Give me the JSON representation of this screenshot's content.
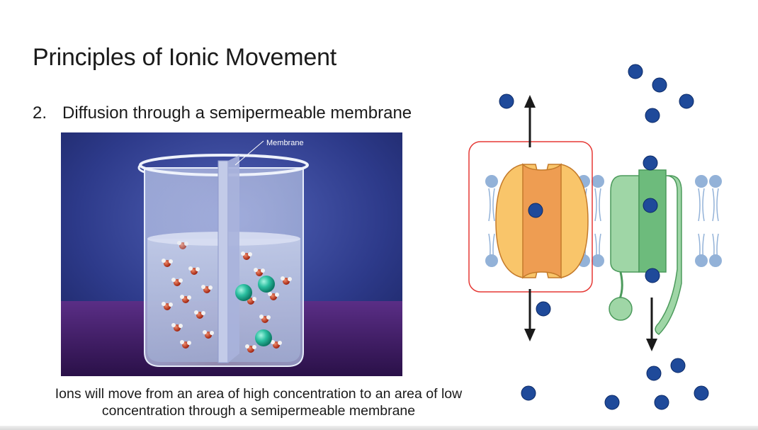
{
  "slide": {
    "title": "Principles of Ionic Movement",
    "bullet_number": "2.",
    "bullet_text": "Diffusion through a semipermeable membrane",
    "caption_line1": "Ions will move from an area of high concentration to an area of low",
    "caption_line2": "concentration through a semipermeable membrane"
  },
  "beaker_figure": {
    "membrane_label": "Membrane"
  },
  "colors": {
    "ion": "#1f4a9a",
    "open_channel": "#f6b15a",
    "gated_channel": "#7cc48a",
    "highlight": "#e53935",
    "phospholipid_head": "#93b2d8"
  }
}
